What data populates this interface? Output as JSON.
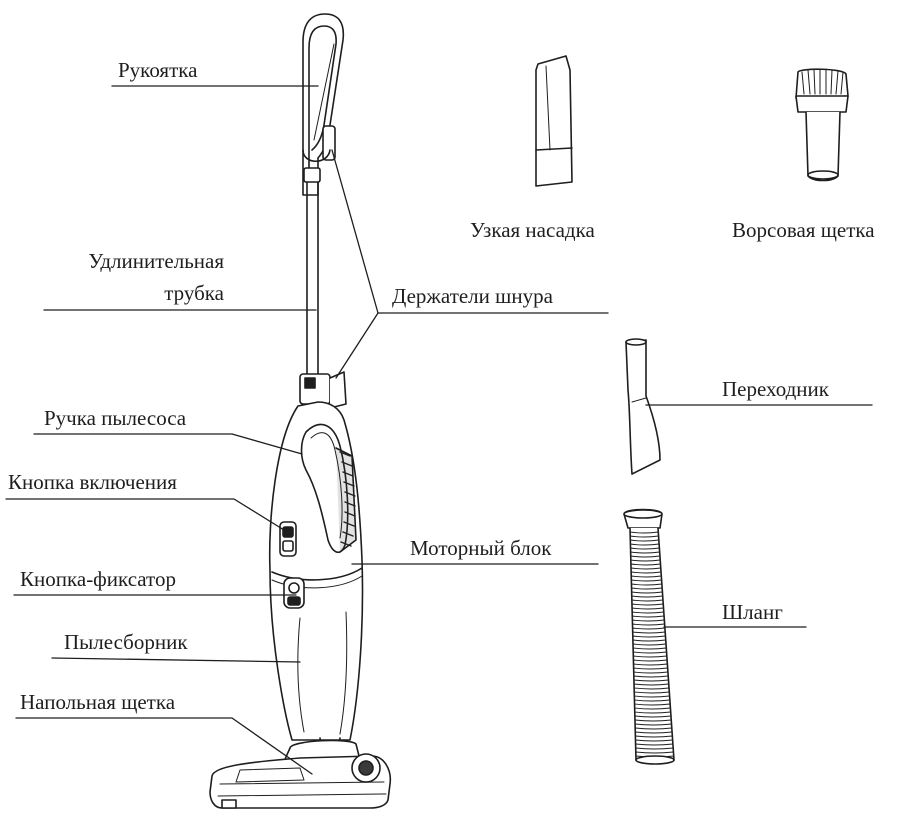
{
  "labels": {
    "handle": "Рукоятка",
    "extension_tube_line1": "Удлинительная",
    "extension_tube_line2": "трубка",
    "cord_holders": "Держатели шнура",
    "vacuum_handle": "Ручка пылесоса",
    "power_button": "Кнопка включения",
    "lock_button": "Кнопка-фиксатор",
    "dust_container": "Пылесборник",
    "floor_brush": "Напольная щетка",
    "motor_unit": "Моторный блок",
    "crevice_nozzle": "Узкая насадка",
    "bristle_brush": "Ворсовая щетка",
    "adapter": "Переходник",
    "hose": "Шланг"
  },
  "colors": {
    "line": "#1e1e1e",
    "fill": "#ffffff",
    "dark": "#3a3a3a"
  }
}
